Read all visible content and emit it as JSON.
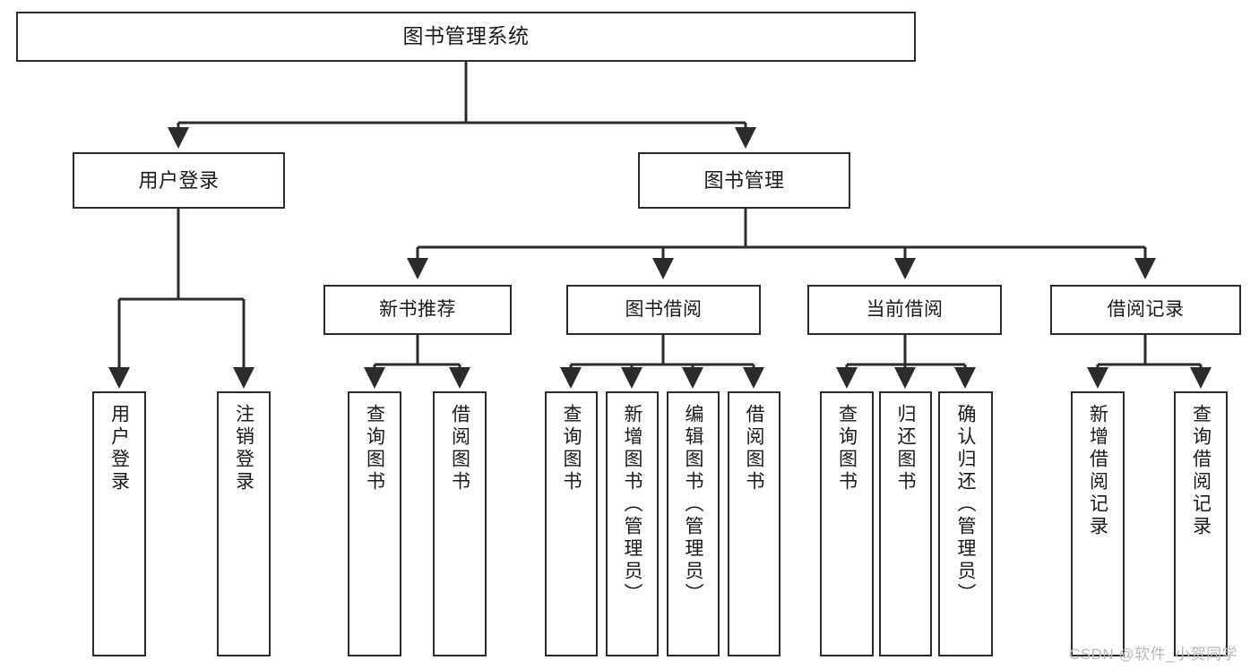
{
  "diagram": {
    "title": "图书管理系统",
    "watermark": "CSDN @软件_小贺同学",
    "line_color": "#2b2b2b",
    "box_fill": "#ffffff",
    "text_color": "#1a1a1a",
    "watermark_color": "#b9b9b9",
    "root": {
      "label": "图书管理系统"
    },
    "level1": [
      {
        "label": "用户登录"
      },
      {
        "label": "图书管理"
      }
    ],
    "level2": [
      {
        "label": "新书推荐"
      },
      {
        "label": "图书借阅"
      },
      {
        "label": "当前借阅"
      },
      {
        "label": "借阅记录"
      }
    ],
    "leaves": {
      "user_login": [
        {
          "label": "用户登录"
        },
        {
          "label": "注销登录"
        }
      ],
      "new_book": [
        {
          "label": "查询图书"
        },
        {
          "label": "借阅图书"
        }
      ],
      "borrow_book": [
        {
          "label": "查询图书"
        },
        {
          "label": "新增图书（管理员）"
        },
        {
          "label": "编辑图书（管理员）"
        },
        {
          "label": "借阅图书"
        }
      ],
      "current_borrow": [
        {
          "label": "查询图书"
        },
        {
          "label": "归还图书"
        },
        {
          "label": "确认归还（管理员）"
        }
      ],
      "borrow_record": [
        {
          "label": "新增借阅记录"
        },
        {
          "label": "查询借阅记录"
        }
      ]
    }
  }
}
